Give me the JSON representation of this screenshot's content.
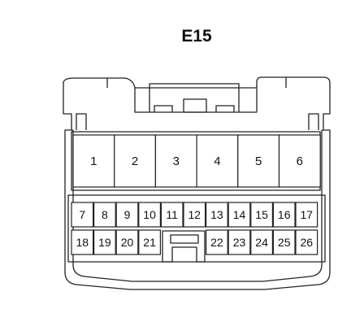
{
  "title": "E15",
  "connector": {
    "large_pins": [
      "1",
      "2",
      "3",
      "4",
      "5",
      "6"
    ],
    "small_pins_top": [
      "7",
      "8",
      "9",
      "10",
      "11",
      "12",
      "13",
      "14",
      "15",
      "16",
      "17"
    ],
    "small_pins_bottom_left": [
      "18",
      "19",
      "20",
      "21"
    ],
    "small_pins_bottom_right": [
      "22",
      "23",
      "24",
      "25",
      "26"
    ]
  },
  "colors": {
    "line": "#222222",
    "background": "#ffffff"
  }
}
